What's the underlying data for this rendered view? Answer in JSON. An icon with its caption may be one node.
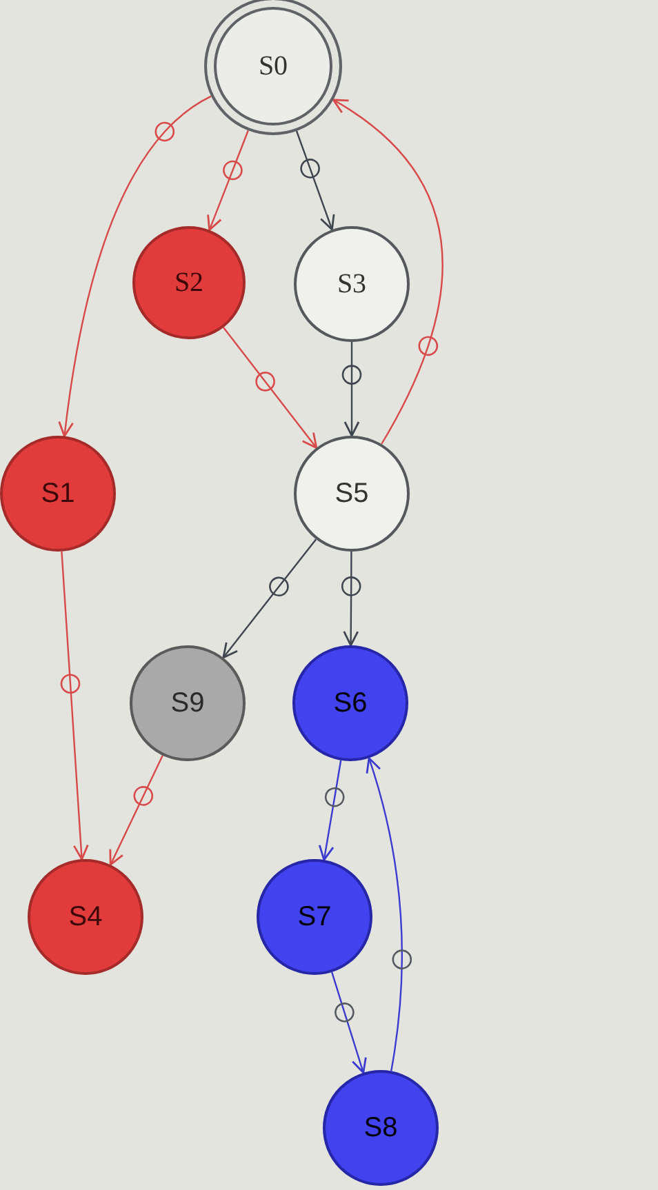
{
  "diagram": {
    "nodes": [
      {
        "text": [
          "S0"
        ]
      },
      {
        "text": [
          "S2"
        ]
      },
      {
        "text": [
          "S3"
        ]
      },
      {
        "text": [
          "S1"
        ]
      },
      {
        "text": [
          "S5"
        ]
      },
      {
        "text": [
          "S9"
        ]
      },
      {
        "text": [
          "S6"
        ]
      },
      {
        "text": [
          "S4"
        ]
      },
      {
        "text": [
          "S7"
        ]
      },
      {
        "text": [
          "S8"
        ]
      }
    ],
    "edges": [
      {
        "from": 0,
        "to": 3,
        "arrow": "to"
      },
      {
        "from": 0,
        "to": 1,
        "arrow": "to"
      },
      {
        "from": 0,
        "to": 2,
        "arrow": "to",
        "color": "#3f4650"
      },
      {
        "from": 1,
        "to": 4,
        "arrow": "to"
      },
      {
        "from": 2,
        "to": 4,
        "arrow": "to",
        "color": "#3f4650"
      },
      {
        "from": 4,
        "to": 0,
        "arrow": "to"
      },
      {
        "from": 3,
        "to": 7,
        "arrow": "to"
      },
      {
        "from": 4,
        "to": 5,
        "arrow": "to",
        "color": "#3f4650"
      },
      {
        "from": 4,
        "to": 6,
        "arrow": "to",
        "color": "#3f4650"
      },
      {
        "from": 5,
        "to": 7,
        "arrow": "to"
      },
      {
        "from": 6,
        "to": 8,
        "arrow": "to",
        "color": "#3b3bd0"
      },
      {
        "from": 8,
        "to": 9,
        "arrow": "to",
        "color": "#3b3bd0"
      },
      {
        "from": 9,
        "to": 6,
        "arrow": "to",
        "color": "#3b3bd0"
      }
    ]
  }
}
